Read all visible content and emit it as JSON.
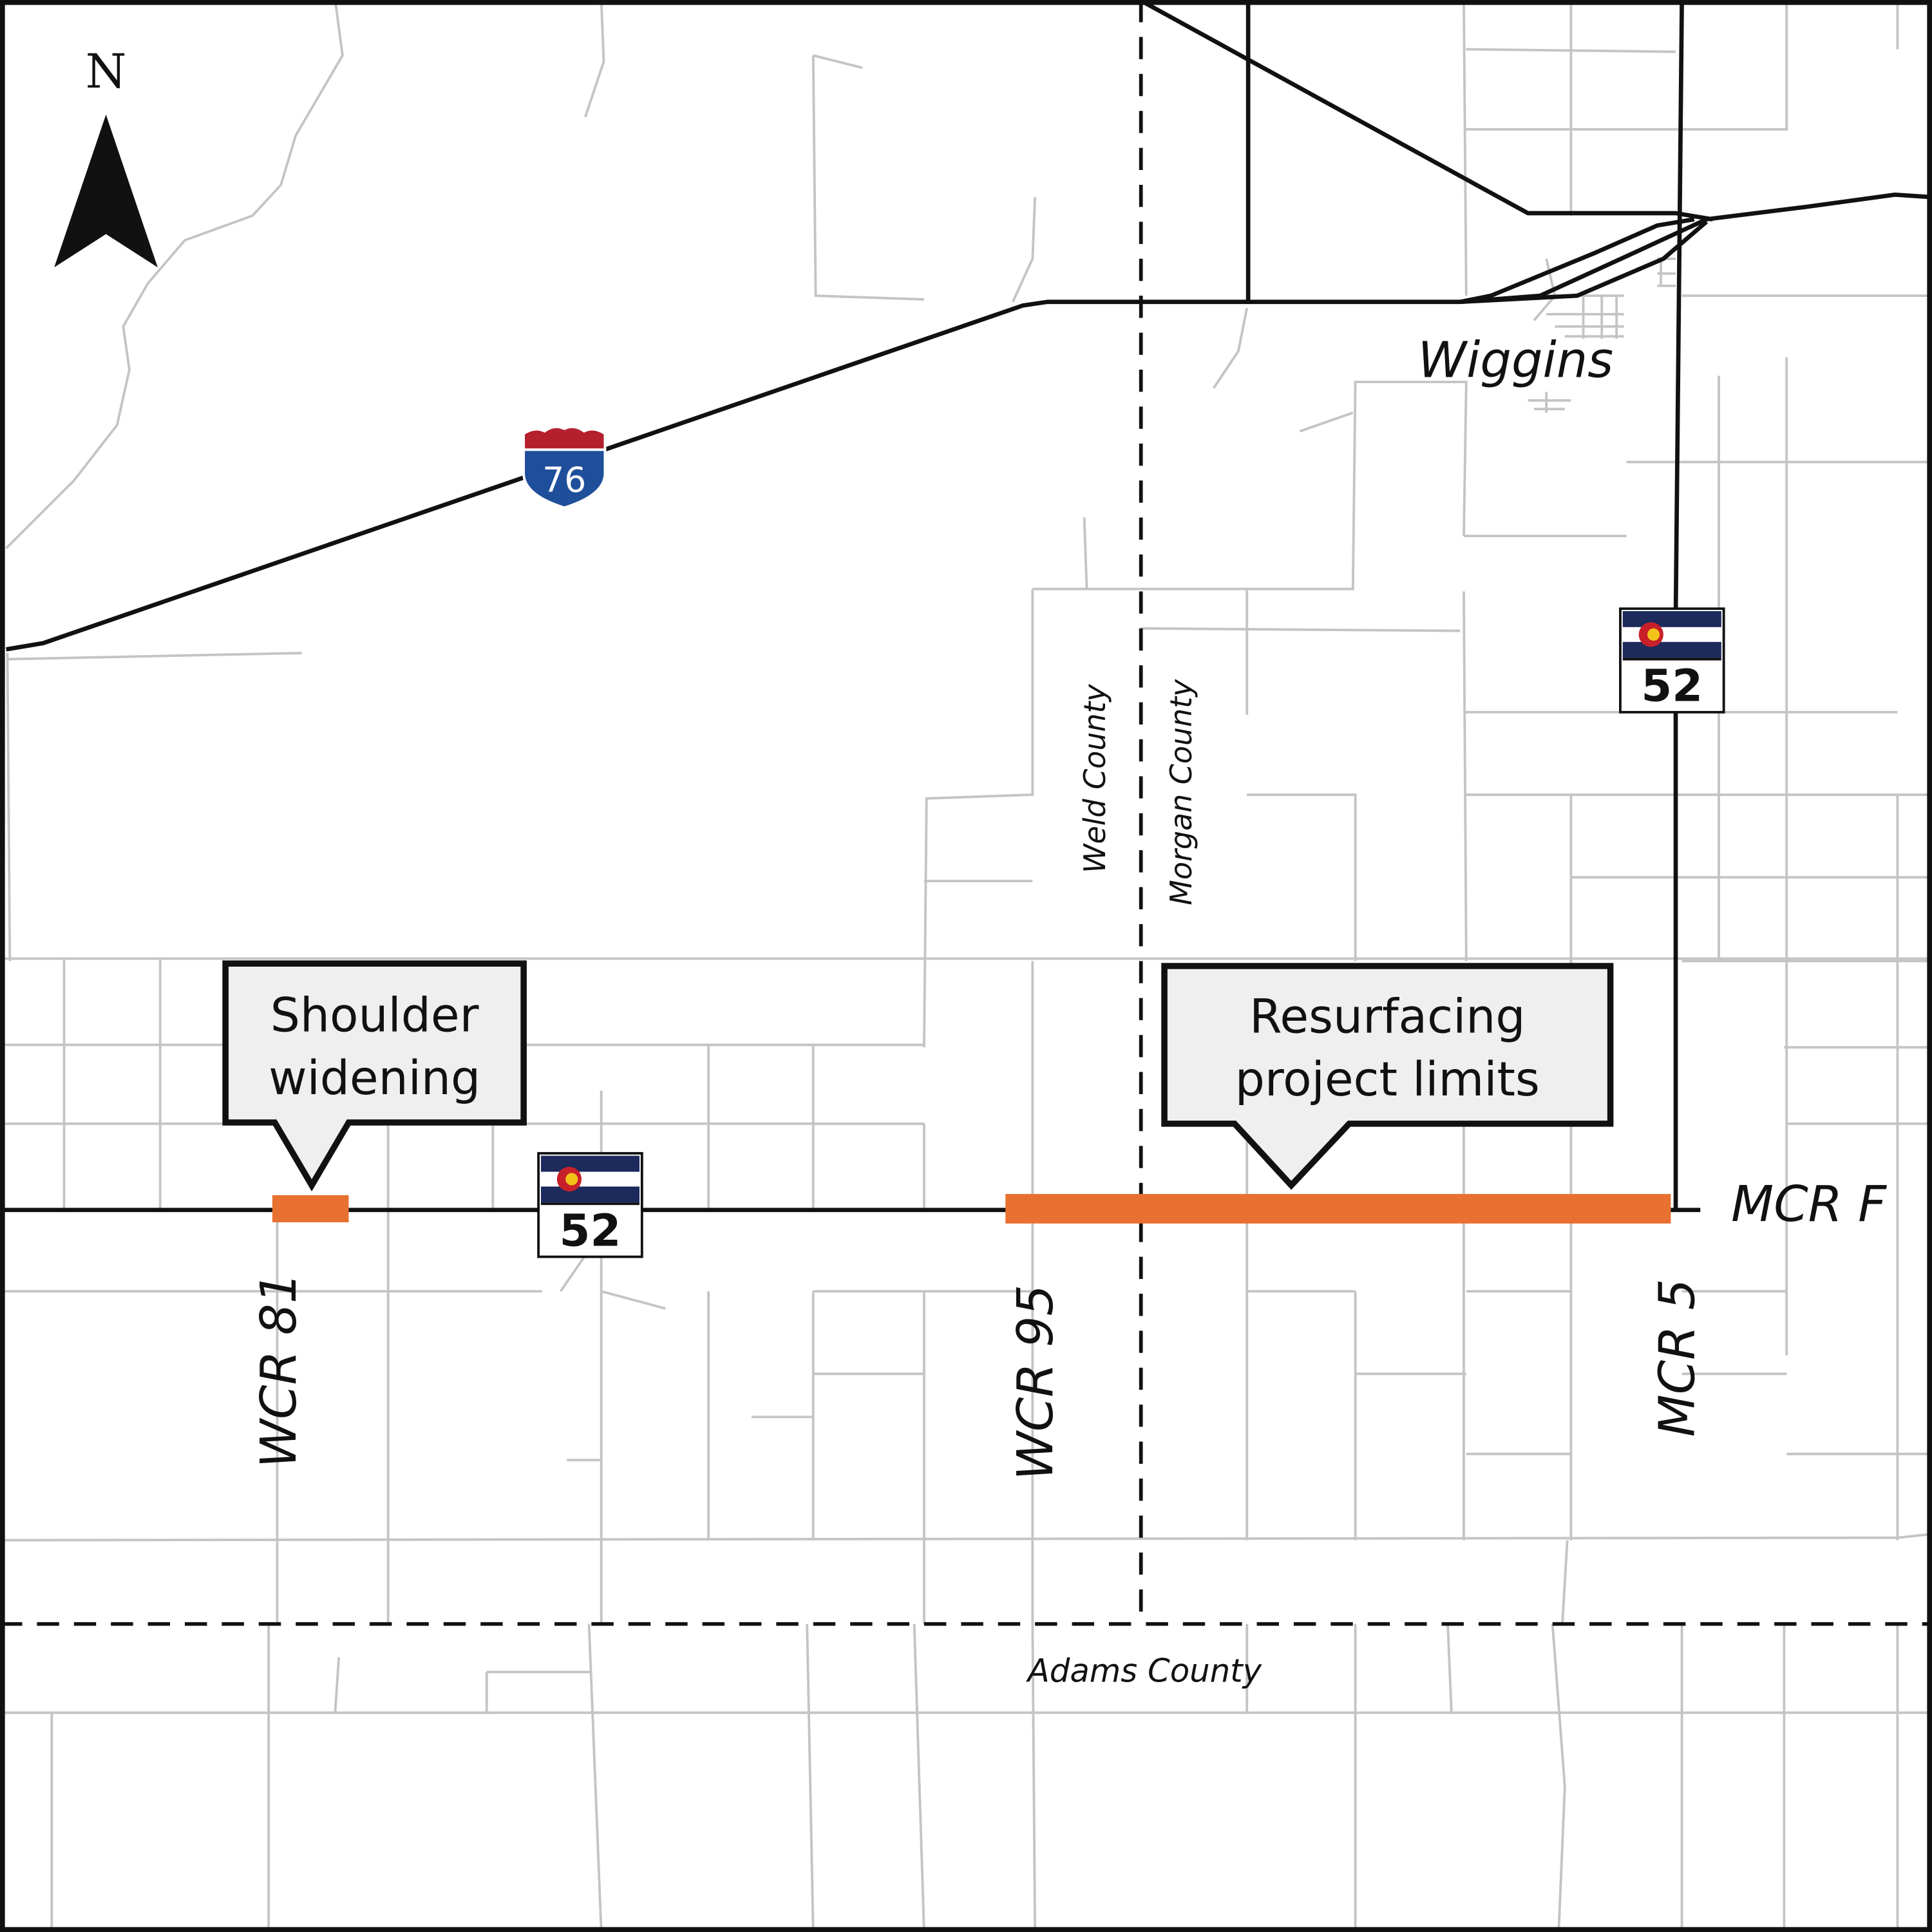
{
  "map": {
    "north_label": "N",
    "town": "Wiggins",
    "interstate_shield": {
      "number": "76",
      "colors": {
        "top": "#b5202e",
        "bottom": "#1f4f9a"
      }
    },
    "state_shields": [
      {
        "number": "52"
      },
      {
        "number": "52"
      }
    ],
    "counties": {
      "weld": "Weld County",
      "morgan": "Morgan County",
      "adams": "Adams County"
    },
    "road_labels": {
      "wcr81": "WCR 81",
      "wcr95": "WCR 95",
      "mcr5": "MCR 5",
      "mcrf": "MCR F"
    },
    "callouts": {
      "shoulder": [
        "Shoulder",
        "widening"
      ],
      "resurfacing": [
        "Resurfacing",
        "project limits"
      ]
    },
    "colors": {
      "project": "#e87030",
      "minor_road": "#c4c4c4",
      "major_road": "#111111",
      "callout_fill": "#efefef",
      "co_blue": "#1c2a5c",
      "co_red": "#c8202a",
      "co_gold": "#f2c318"
    }
  }
}
